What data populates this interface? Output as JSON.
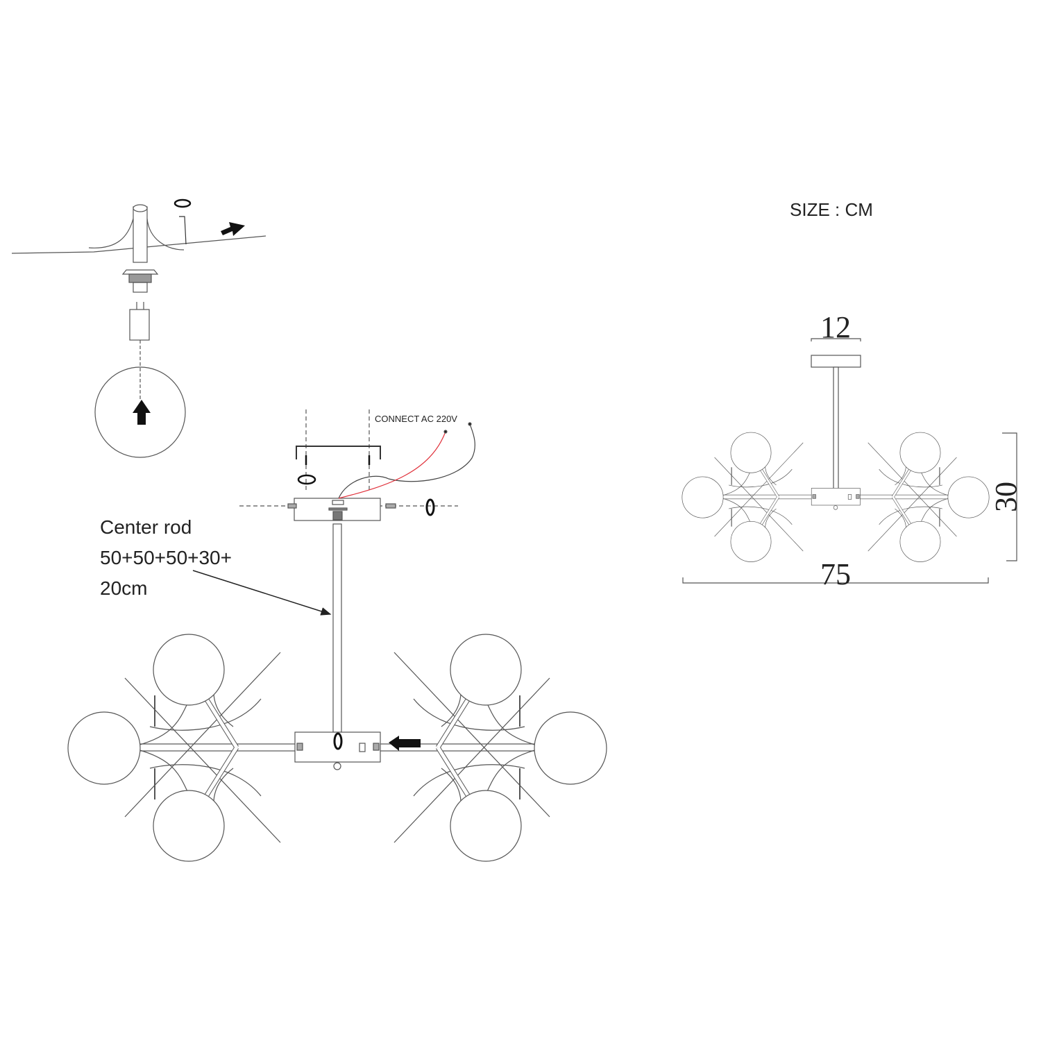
{
  "size_label": "SIZE : CM",
  "dimensions": {
    "canopy_width": "12",
    "height": "30",
    "total_width": "75"
  },
  "wiring_label": "CONNECT AC 220V",
  "center_rod": {
    "title": "Center rod",
    "line1": "50+50+50+30+",
    "line2": "20cm"
  },
  "colors": {
    "line": "#555555",
    "live_wire": "#e0303a",
    "neutral_wire": "#444444"
  }
}
